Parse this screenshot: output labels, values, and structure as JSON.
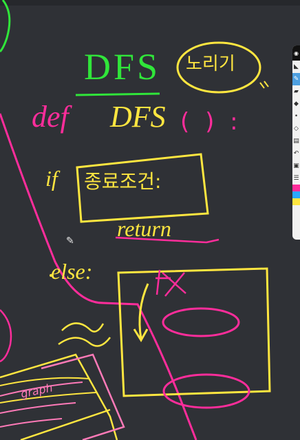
{
  "window": {
    "title": ""
  },
  "notes": {
    "heading": "DFS",
    "circled_note": "노리기",
    "def_keyword": "def",
    "func_name": "DFS",
    "parens": "( ) :",
    "if_keyword": "if",
    "base_case": "종료조건:",
    "return_keyword": "return",
    "else_keyword": "else:",
    "scribble_text": "~~",
    "lower_left_text": "graph"
  },
  "toolbar": {
    "tools": [
      {
        "icon": "logo-icon",
        "glyph": "◉"
      },
      {
        "icon": "pointer-icon",
        "glyph": "◣"
      },
      {
        "icon": "pen-icon",
        "glyph": "✎",
        "active": true
      },
      {
        "icon": "highlighter-icon",
        "glyph": "▰"
      },
      {
        "icon": "eraser-icon",
        "glyph": "◆"
      },
      {
        "icon": "dot-icon",
        "glyph": "•"
      },
      {
        "icon": "shape-icon",
        "glyph": "◇"
      },
      {
        "icon": "trash-icon",
        "glyph": "▤"
      },
      {
        "icon": "undo-icon",
        "glyph": "↶"
      },
      {
        "icon": "screenshot-icon",
        "glyph": "▣"
      },
      {
        "icon": "page-icon",
        "glyph": "☰"
      }
    ],
    "colors": [
      "#ff2d9b",
      "#2aa8ff",
      "#ffe640"
    ]
  },
  "colors": {
    "background": "#2f3136",
    "yellow_ink": "#ffe640",
    "pink_ink": "#ff2d9b",
    "green_ink": "#30e63a"
  }
}
